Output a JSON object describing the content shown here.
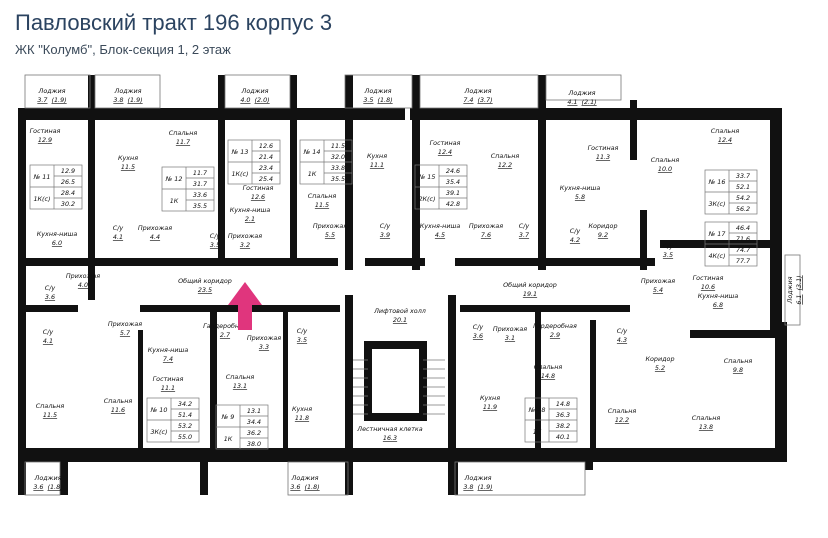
{
  "header": {
    "title": "Павловский тракт 196 корпус 3",
    "subtitle": "ЖК \"Колумб\", Блок-секция 1, 2 этаж"
  },
  "accent_color": "#e0357d",
  "loggias": [
    {
      "name": "Лоджия",
      "area": "3.7",
      "reduced": "(1.9)"
    },
    {
      "name": "Лоджия",
      "area": "3.8",
      "reduced": "(1.9)"
    },
    {
      "name": "Лоджия",
      "area": "4.0",
      "reduced": "(2.0)"
    },
    {
      "name": "Лоджия",
      "area": "3.5",
      "reduced": "(1.8)"
    },
    {
      "name": "Лоджия",
      "area": "7.4",
      "reduced": "(3.7)"
    },
    {
      "name": "Лоджия",
      "area": "4.1",
      "reduced": "(2.1)"
    },
    {
      "name": "Лоджия",
      "area": "6.1",
      "reduced": "(3.1)"
    },
    {
      "name": "Лоджия",
      "area": "3.6",
      "reduced": "(1.8)"
    },
    {
      "name": "Лоджия",
      "area": "3.6",
      "reduced": "(1.8)"
    },
    {
      "name": "Лоджия",
      "area": "3.8",
      "reduced": "(1.9)"
    }
  ],
  "rooms": [
    {
      "name": "Гостиная",
      "area": "12.9"
    },
    {
      "name": "Кухня",
      "area": "11.5"
    },
    {
      "name": "Спальня",
      "area": "11.7"
    },
    {
      "name": "Гостиная",
      "area": "12.6"
    },
    {
      "name": "Кухня-ниша",
      "area": "2.1"
    },
    {
      "name": "Прихожая",
      "area": "3.2"
    },
    {
      "name": "С/у",
      "area": "3.5"
    },
    {
      "name": "Прихожая",
      "area": "4.4"
    },
    {
      "name": "С/у",
      "area": "4.1"
    },
    {
      "name": "Кухня-ниша",
      "area": "6.0"
    },
    {
      "name": "Прихожая",
      "area": "4.0"
    },
    {
      "name": "С/у",
      "area": "3.6"
    },
    {
      "name": "Общий коридор",
      "area": "23.5"
    },
    {
      "name": "Спальня",
      "area": "11.5"
    },
    {
      "name": "Кухня",
      "area": "11.1"
    },
    {
      "name": "Прихожая",
      "area": "5.5"
    },
    {
      "name": "С/у",
      "area": "3.9"
    },
    {
      "name": "Гостиная",
      "area": "12.4"
    },
    {
      "name": "Спальня",
      "area": "12.2"
    },
    {
      "name": "Кухня-ниша",
      "area": "4.5"
    },
    {
      "name": "Прихожая",
      "area": "7.6"
    },
    {
      "name": "С/у",
      "area": "3.7"
    },
    {
      "name": "Гостиная",
      "area": "11.3"
    },
    {
      "name": "Спальня",
      "area": "10.0"
    },
    {
      "name": "Спальня",
      "area": "12.4"
    },
    {
      "name": "Кухня-ниша",
      "area": "5.8"
    },
    {
      "name": "С/у",
      "area": "4.2"
    },
    {
      "name": "Коридор",
      "area": "9.2"
    },
    {
      "name": "С/у",
      "area": "3.5"
    },
    {
      "name": "Общий коридор",
      "area": "19.1"
    },
    {
      "name": "Прихожая",
      "area": "5.4"
    },
    {
      "name": "Гостиная",
      "area": "10.6"
    },
    {
      "name": "Кухня-ниша",
      "area": "6.8"
    },
    {
      "name": "Лифтовой холл",
      "area": "20.1"
    },
    {
      "name": "Прихожая",
      "area": "5.7"
    },
    {
      "name": "С/у",
      "area": "4.1"
    },
    {
      "name": "Кухня-ниша",
      "area": "7.4"
    },
    {
      "name": "Гостиная",
      "area": "11.1"
    },
    {
      "name": "Спальня",
      "area": "11.5"
    },
    {
      "name": "Спальня",
      "area": "11.6"
    },
    {
      "name": "Гардеробная",
      "area": "2.7"
    },
    {
      "name": "Прихожая",
      "area": "3.3"
    },
    {
      "name": "Спальня",
      "area": "13.1"
    },
    {
      "name": "С/у",
      "area": "3.5"
    },
    {
      "name": "Кухня",
      "area": "11.8"
    },
    {
      "name": "Лестничная клетка",
      "area": "16.3"
    },
    {
      "name": "С/у",
      "area": "3.6"
    },
    {
      "name": "Прихожая",
      "area": "3.1"
    },
    {
      "name": "Кухня",
      "area": "11.9"
    },
    {
      "name": "Гардеробная",
      "area": "2.9"
    },
    {
      "name": "Спальня",
      "area": "14.8"
    },
    {
      "name": "С/у",
      "area": "4.3"
    },
    {
      "name": "Коридор",
      "area": "5.2"
    },
    {
      "name": "Спальня",
      "area": "9.8"
    },
    {
      "name": "Спальня",
      "area": "12.2"
    },
    {
      "name": "Спальня",
      "area": "13.8"
    }
  ],
  "apartments": [
    {
      "no": "№ 11",
      "type": "1К(с)",
      "areas": [
        "12.9",
        "26.5",
        "28.4",
        "30.2"
      ]
    },
    {
      "no": "№ 12",
      "type": "1К",
      "areas": [
        "11.7",
        "31.7",
        "33.6",
        "35.5"
      ]
    },
    {
      "no": "№ 13",
      "type": "1К(с)",
      "areas": [
        "12.6",
        "21.4",
        "23.4",
        "25.4"
      ]
    },
    {
      "no": "№ 14",
      "type": "1К",
      "areas": [
        "11.5",
        "32.0",
        "33.8",
        "35.5"
      ]
    },
    {
      "no": "№ 15",
      "type": "2К(с)",
      "areas": [
        "24.6",
        "35.4",
        "39.1",
        "42.8"
      ]
    },
    {
      "no": "№ 16",
      "type": "3К(с)",
      "areas": [
        "33.7",
        "52.1",
        "54.2",
        "56.2"
      ]
    },
    {
      "no": "№ 17",
      "type": "4К(с)",
      "areas": [
        "46.4",
        "71.6",
        "74.7",
        "77.7"
      ]
    },
    {
      "no": "№ 10",
      "type": "3К(с)",
      "areas": [
        "34.2",
        "51.4",
        "53.2",
        "55.0"
      ]
    },
    {
      "no": "№ 9",
      "type": "1К",
      "areas": [
        "13.1",
        "34.4",
        "36.2",
        "38.0"
      ]
    },
    {
      "no": "№ 18",
      "type": "1К",
      "areas": [
        "14.8",
        "36.3",
        "38.2",
        "40.1"
      ]
    }
  ]
}
